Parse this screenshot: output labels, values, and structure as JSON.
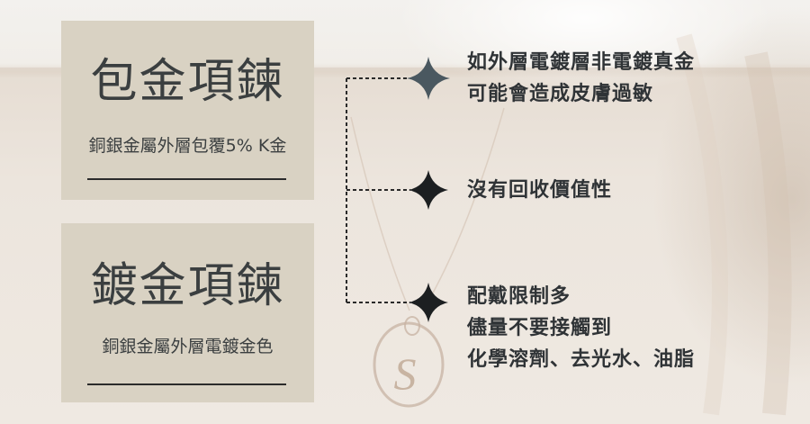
{
  "colors": {
    "card_bg": "#d9d2c3",
    "text": "#3b3f40",
    "star_top": "#4a5860",
    "star_dark": "#1c1f21"
  },
  "cards": [
    {
      "title": "包金項鍊",
      "subtitle": "銅銀金屬外層包覆5% K金"
    },
    {
      "title": "鍍金項鍊",
      "subtitle": "銅銀金屬外層電鍍金色"
    }
  ],
  "notes": [
    {
      "icon": "four-point-star-icon",
      "lines": [
        "如外層電鍍層非電鍍真金",
        "可能會造成皮膚過敏"
      ]
    },
    {
      "icon": "four-point-star-icon",
      "lines": [
        "沒有回收價值性"
      ]
    },
    {
      "icon": "four-point-star-icon",
      "lines": [
        "配戴限制多",
        "儘量不要接觸到",
        "化學溶劑、去光水、油脂"
      ]
    }
  ],
  "pendant_letter": "S"
}
